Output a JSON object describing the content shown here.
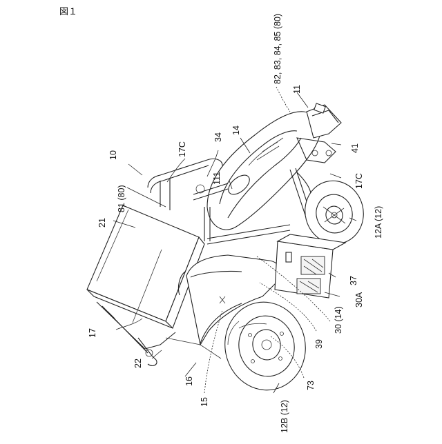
{
  "figure": {
    "title": "図１"
  },
  "labels": {
    "l10": "10",
    "l11": "11",
    "l12A": "12A (12)",
    "l12B": "12B (12)",
    "l14": "14",
    "l15": "15",
    "l16": "16",
    "l17": "17",
    "l17C_top": "17C",
    "l17C_right": "17C",
    "l21": "21",
    "l22": "22",
    "l30": "30 (14)",
    "l30A": "30A",
    "l34": "34",
    "l37": "37",
    "l39": "39",
    "l41": "41",
    "l73": "73",
    "l81": "81 (80)",
    "l82": "82, 83, 84, 85 (80)",
    "l111": "111"
  }
}
